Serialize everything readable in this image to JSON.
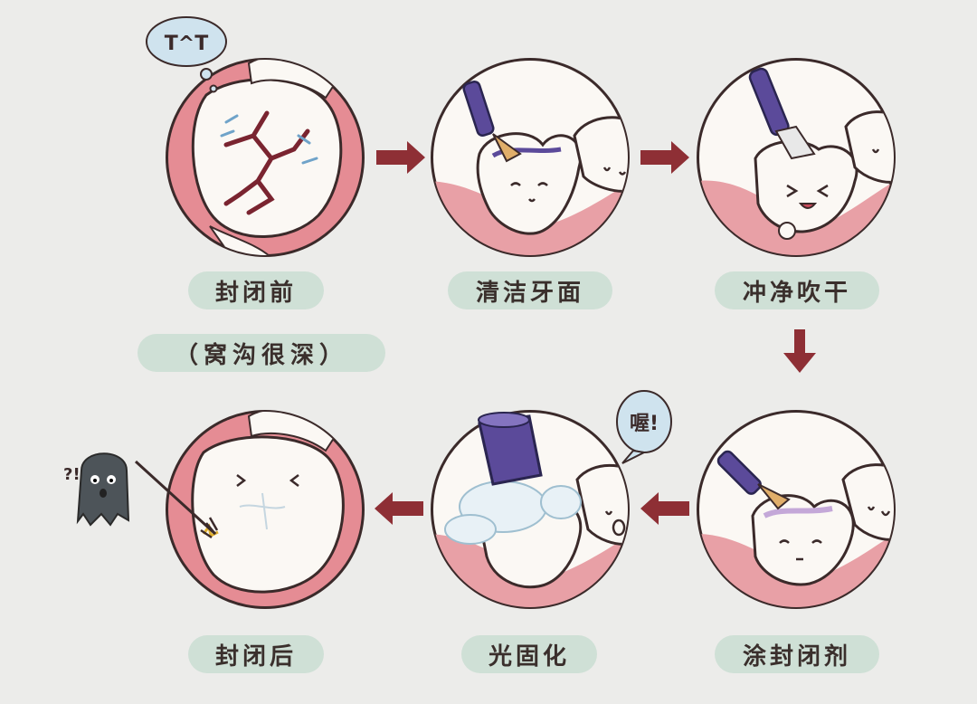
{
  "steps": [
    {
      "id": "before",
      "label": "封闭前"
    },
    {
      "id": "clean",
      "label": "清洁牙面"
    },
    {
      "id": "rinse",
      "label": "冲净吹干"
    },
    {
      "id": "apply",
      "label": "涂封闭剂"
    },
    {
      "id": "cure",
      "label": "光固化"
    },
    {
      "id": "after",
      "label": "封闭后"
    }
  ],
  "note": "（窝沟很深）",
  "bubbles": {
    "sad": "T^T",
    "cure": "喔!",
    "germ": "?!"
  },
  "colors": {
    "pill": "#cfe0d6",
    "arrow": "#8e2f35",
    "ring_outer": "#3b2a2a",
    "ring_fill": "#e58c94",
    "gum": "#e8a0a6",
    "tooth": "#fbf8f4",
    "tool": "#5b4a9a",
    "bristle": "#e0ae6a",
    "crack": "#7a2430"
  },
  "icons": [
    "tooth-icon",
    "brush-icon",
    "cure-lamp-icon",
    "germ-icon",
    "arrow-right-icon",
    "arrow-left-icon",
    "arrow-down-icon"
  ]
}
